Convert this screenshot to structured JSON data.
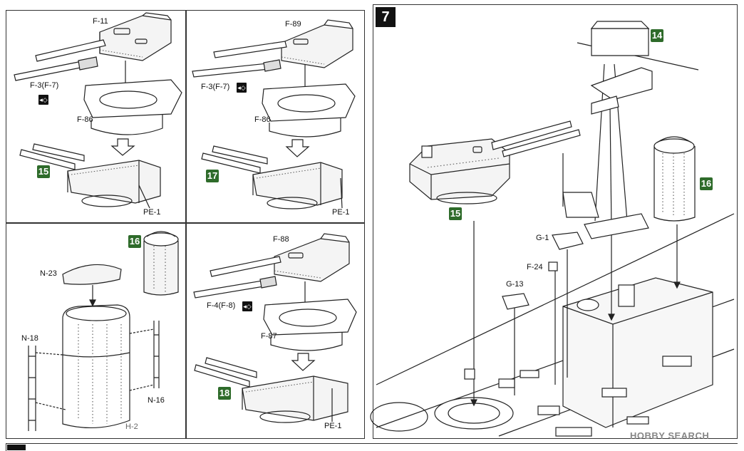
{
  "step": {
    "number": "7"
  },
  "panel_a": {
    "top_part": "F-11",
    "barrel_part": "F-3(F-7)",
    "base_part": "F-86",
    "badge": "15",
    "pe_part": "PE-1"
  },
  "panel_b": {
    "top_part": "F-89",
    "barrel_part": "F-3(F-7)",
    "base_part": "F-86",
    "badge": "17",
    "pe_part": "PE-1"
  },
  "panel_c": {
    "badge": "16",
    "cap_part": "N-23",
    "left_ladder": "N-18",
    "right_ladder": "N-16",
    "body_part": "H-2"
  },
  "panel_d": {
    "top_part": "F-88",
    "barrel_part": "F-4(F-8)",
    "base_part": "F-87",
    "badge": "18",
    "pe_part": "PE-1"
  },
  "main": {
    "badge_mast": "14",
    "badge_turret": "15",
    "badge_funnel": "16",
    "part_g1": "G-1",
    "part_f24": "F-24",
    "part_g13": "G-13"
  },
  "watermark": {
    "text": "HOBBY SEARCH"
  }
}
